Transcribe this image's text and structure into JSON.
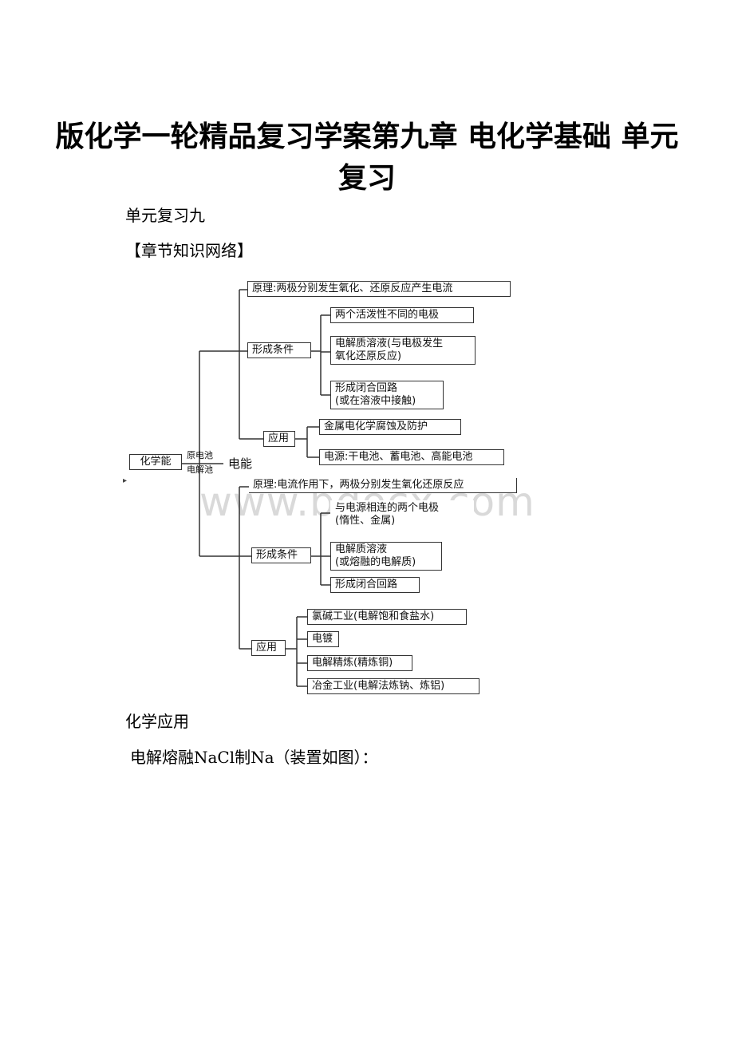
{
  "doc": {
    "title": "版化学一轮精品复习学案第九章 电化学基础 单元复习",
    "section": "单元复习九",
    "network_heading": "【章节知识网络】",
    "applications_heading": "化学应用",
    "electrolysis_line": "电解熔融NaCl制Na（装置如图）："
  },
  "watermark": "www.bdocx.com",
  "mindmap": {
    "root": "化学能",
    "label_top": "原电池",
    "label_bottom": "电解池",
    "target": "电能",
    "galvanic": {
      "principle": "原理:两极分别发生氧化、还原反应产生电流",
      "conditions_label": "形成条件",
      "conditions": [
        "两个活泼性不同的电极",
        "电解质溶液(与电极发生\n氧化还原反应)",
        "形成闭合回路\n(或在溶液中接触)"
      ],
      "applications_label": "应用",
      "applications": [
        "金属电化学腐蚀及防护",
        "电源:干电池、蓄电池、高能电池"
      ]
    },
    "electrolytic": {
      "principle": "原理:电流作用下，两极分别发生氧化还原反应",
      "conditions_label": "形成条件",
      "conditions": [
        "与电源相连的两个电极\n(惰性、金属)",
        "电解质溶液\n(或熔融的电解质)",
        "形成闭合回路"
      ],
      "applications_label": "应用",
      "applications": [
        "氯碱工业(电解饱和食盐水)",
        "电镀",
        "电解精炼(精炼铜)",
        "冶金工业(电解法炼钠、炼铝)"
      ]
    }
  }
}
